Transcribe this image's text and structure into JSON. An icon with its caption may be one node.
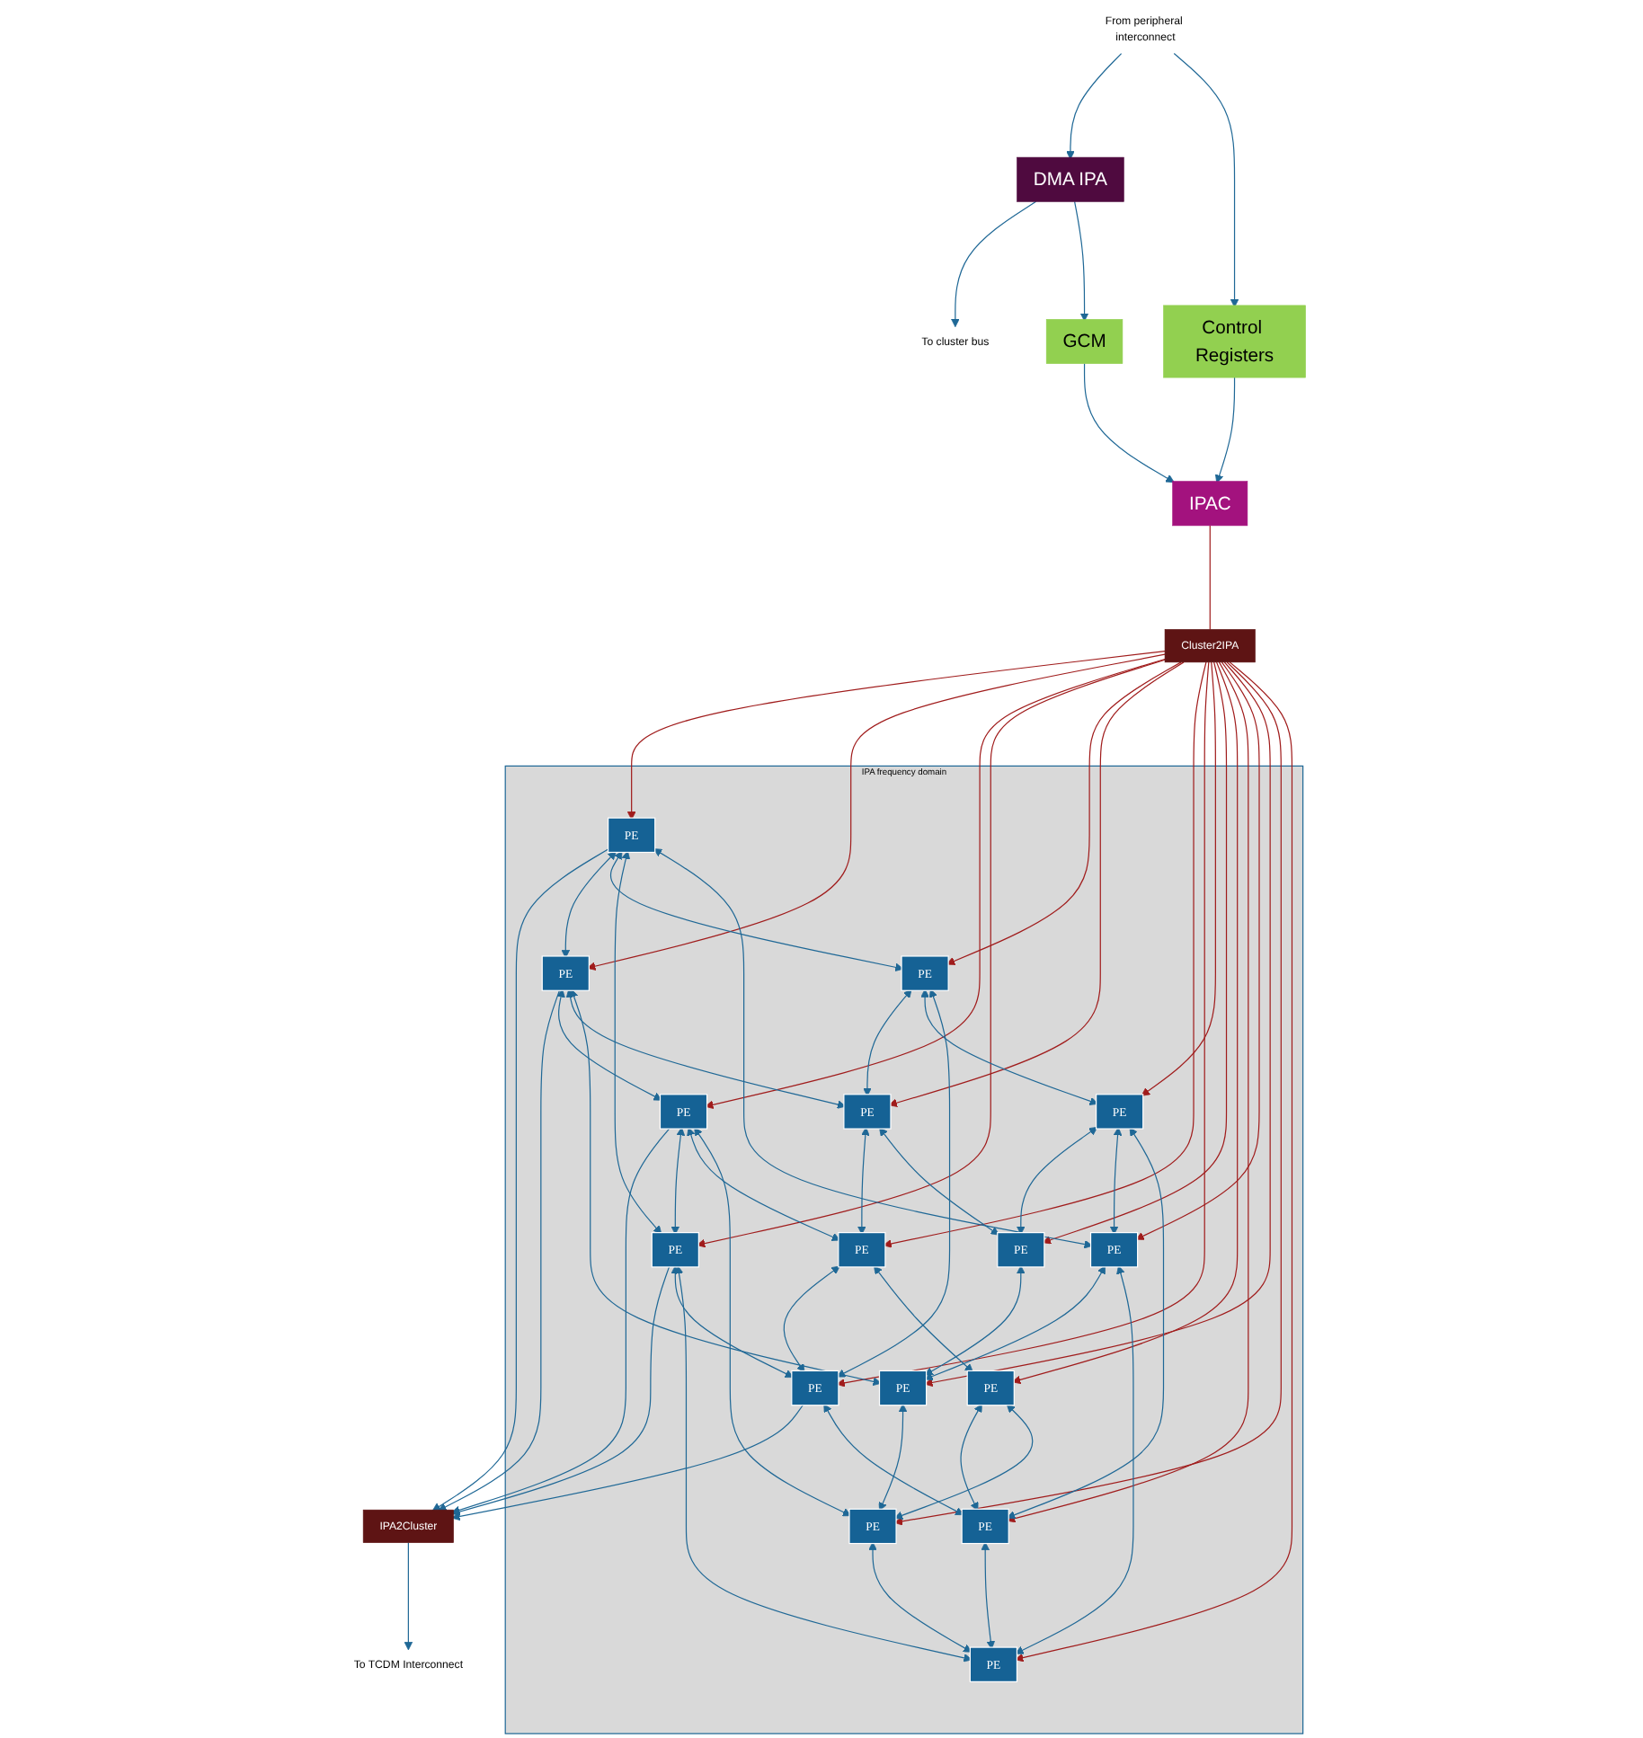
{
  "diagram": {
    "nodes": [
      {
        "text": [
          "From peripheral interconnect"
        ]
      },
      {
        "text": [
          "To cluster bus"
        ]
      },
      {
        "text": [
          "To TCDM Interconnect"
        ]
      },
      {
        "text": [
          "DMA IPA"
        ]
      },
      {
        "text": [
          "GCM"
        ]
      },
      {
        "text": [
          "IPAC"
        ]
      },
      {
        "text": [
          "IPA2Cluster"
        ]
      },
      {
        "text": [
          "Control Registers"
        ]
      },
      {
        "text": [
          "Cluster2IPA"
        ]
      },
      {
        "text": [
          "IPA frequency domain"
        ]
      },
      {
        "text": [
          "PE"
        ],
        "in": 9
      },
      {
        "text": [
          "PE"
        ],
        "in": 9
      },
      {
        "text": [
          "PE"
        ],
        "in": 9
      },
      {
        "text": [
          "PE"
        ],
        "in": 9
      },
      {
        "text": [
          "PE"
        ],
        "in": 9
      },
      {
        "text": [
          "PE"
        ],
        "in": 9
      },
      {
        "text": [
          "PE"
        ],
        "in": 9
      },
      {
        "text": [
          "PE"
        ],
        "in": 9
      },
      {
        "text": [
          "PE"
        ],
        "in": 9
      },
      {
        "text": [
          "PE"
        ],
        "in": 9
      },
      {
        "text": [
          "PE"
        ],
        "in": 9
      },
      {
        "text": [
          "PE"
        ],
        "in": 9
      },
      {
        "text": [
          "PE"
        ],
        "in": 9
      },
      {
        "text": [
          "PE"
        ],
        "in": 9
      },
      {
        "text": [
          "PE"
        ],
        "in": 9
      },
      {
        "text": [
          "PE"
        ],
        "in": 9
      }
    ],
    "edges": [
      {
        "from": 0,
        "to": 3,
        "arrow": "to"
      },
      {
        "from": 0,
        "to": 7,
        "arrow": "to"
      },
      {
        "from": 3,
        "to": 1,
        "arrow": "to"
      },
      {
        "from": 3,
        "to": 4,
        "arrow": "to"
      },
      {
        "from": 4,
        "to": 5,
        "arrow": "to"
      },
      {
        "from": 7,
        "to": 5,
        "arrow": "to"
      },
      {
        "from": 6,
        "to": 2,
        "arrow": "to"
      },
      {
        "from": 5,
        "to": 8,
        "arrow": "none",
        "color": "#a01c1c"
      },
      {
        "from": 8,
        "to": 10,
        "arrow": "to",
        "color": "#a01c1c"
      },
      {
        "from": 8,
        "to": 11,
        "arrow": "to",
        "color": "#a01c1c"
      },
      {
        "from": 8,
        "to": 12,
        "arrow": "to",
        "color": "#a01c1c"
      },
      {
        "from": 8,
        "to": 13,
        "arrow": "to",
        "color": "#a01c1c"
      },
      {
        "from": 8,
        "to": 14,
        "arrow": "to",
        "color": "#a01c1c"
      },
      {
        "from": 8,
        "to": 15,
        "arrow": "to",
        "color": "#a01c1c"
      },
      {
        "from": 8,
        "to": 16,
        "arrow": "to",
        "color": "#a01c1c"
      },
      {
        "from": 8,
        "to": 17,
        "arrow": "to",
        "color": "#a01c1c"
      },
      {
        "from": 8,
        "to": 18,
        "arrow": "to",
        "color": "#a01c1c"
      },
      {
        "from": 8,
        "to": 19,
        "arrow": "to",
        "color": "#a01c1c"
      },
      {
        "from": 8,
        "to": 20,
        "arrow": "to",
        "color": "#a01c1c"
      },
      {
        "from": 8,
        "to": 21,
        "arrow": "to",
        "color": "#a01c1c"
      },
      {
        "from": 8,
        "to": 22,
        "arrow": "to",
        "color": "#a01c1c"
      },
      {
        "from": 8,
        "to": 23,
        "arrow": "to",
        "color": "#a01c1c"
      },
      {
        "from": 8,
        "to": 24,
        "arrow": "to",
        "color": "#a01c1c"
      },
      {
        "from": 8,
        "to": 25,
        "arrow": "to",
        "color": "#a01c1c"
      },
      {
        "from": 10,
        "to": 6,
        "arrow": "to"
      },
      {
        "from": 11,
        "to": 6,
        "arrow": "to"
      },
      {
        "from": 12,
        "to": 6,
        "arrow": "to"
      },
      {
        "from": 13,
        "to": 6,
        "arrow": "to"
      },
      {
        "from": 17,
        "to": 6,
        "arrow": "to"
      },
      {
        "from": 10,
        "to": 11,
        "arrow": "both"
      },
      {
        "from": 11,
        "to": 12,
        "arrow": "both"
      },
      {
        "from": 12,
        "to": 13,
        "arrow": "both"
      },
      {
        "from": 14,
        "to": 15,
        "arrow": "both"
      },
      {
        "from": 15,
        "to": 16,
        "arrow": "both"
      },
      {
        "from": 16,
        "to": 17,
        "arrow": "both"
      },
      {
        "from": 18,
        "to": 19,
        "arrow": "both"
      },
      {
        "from": 20,
        "to": 21,
        "arrow": "both"
      },
      {
        "from": 22,
        "to": 23,
        "arrow": "both"
      },
      {
        "from": 23,
        "to": 24,
        "arrow": "both"
      },
      {
        "from": 24,
        "to": 25,
        "arrow": "both"
      },
      {
        "from": 10,
        "to": 14,
        "arrow": "both"
      },
      {
        "from": 14,
        "to": 18,
        "arrow": "both"
      },
      {
        "from": 18,
        "to": 22,
        "arrow": "both"
      },
      {
        "from": 11,
        "to": 15,
        "arrow": "both"
      },
      {
        "from": 15,
        "to": 19,
        "arrow": "both"
      },
      {
        "from": 19,
        "to": 23,
        "arrow": "both"
      },
      {
        "from": 12,
        "to": 16,
        "arrow": "both"
      },
      {
        "from": 16,
        "to": 20,
        "arrow": "both"
      },
      {
        "from": 20,
        "to": 24,
        "arrow": "both"
      },
      {
        "from": 13,
        "to": 17,
        "arrow": "both"
      },
      {
        "from": 17,
        "to": 21,
        "arrow": "both"
      },
      {
        "from": 21,
        "to": 25,
        "arrow": "both"
      },
      {
        "from": 10,
        "to": 13,
        "arrow": "both"
      },
      {
        "from": 14,
        "to": 17,
        "arrow": "both"
      },
      {
        "from": 18,
        "to": 21,
        "arrow": "both"
      },
      {
        "from": 22,
        "to": 25,
        "arrow": "both"
      },
      {
        "from": 10,
        "to": 22,
        "arrow": "both"
      },
      {
        "from": 11,
        "to": 23,
        "arrow": "both"
      },
      {
        "from": 12,
        "to": 24,
        "arrow": "both"
      },
      {
        "from": 13,
        "to": 25,
        "arrow": "both"
      }
    ]
  }
}
